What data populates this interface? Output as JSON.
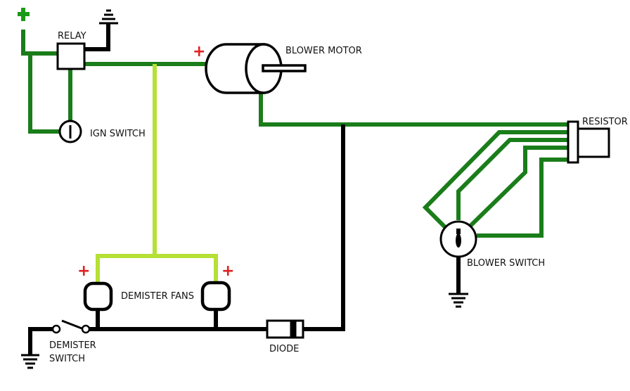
{
  "labels": {
    "relay": "RELAY",
    "blower_motor": "BLOWER MOTOR",
    "ign_switch": "IGN SWITCH",
    "resistor": "RESISTOR",
    "blower_switch": "BLOWER SWITCH",
    "demister_fans": "DEMISTER FANS",
    "demister_switch_line1": "DEMISTER",
    "demister_switch_line2": "SWITCH",
    "diode": "DIODE"
  },
  "polarity": {
    "positive": "+"
  },
  "colors": {
    "wire_dark_green": "#1a7d1a",
    "wire_light_green": "#b5e035",
    "wire_black": "#000000",
    "positive_red": "#e02020",
    "supply_green": "#1a9a1a"
  }
}
